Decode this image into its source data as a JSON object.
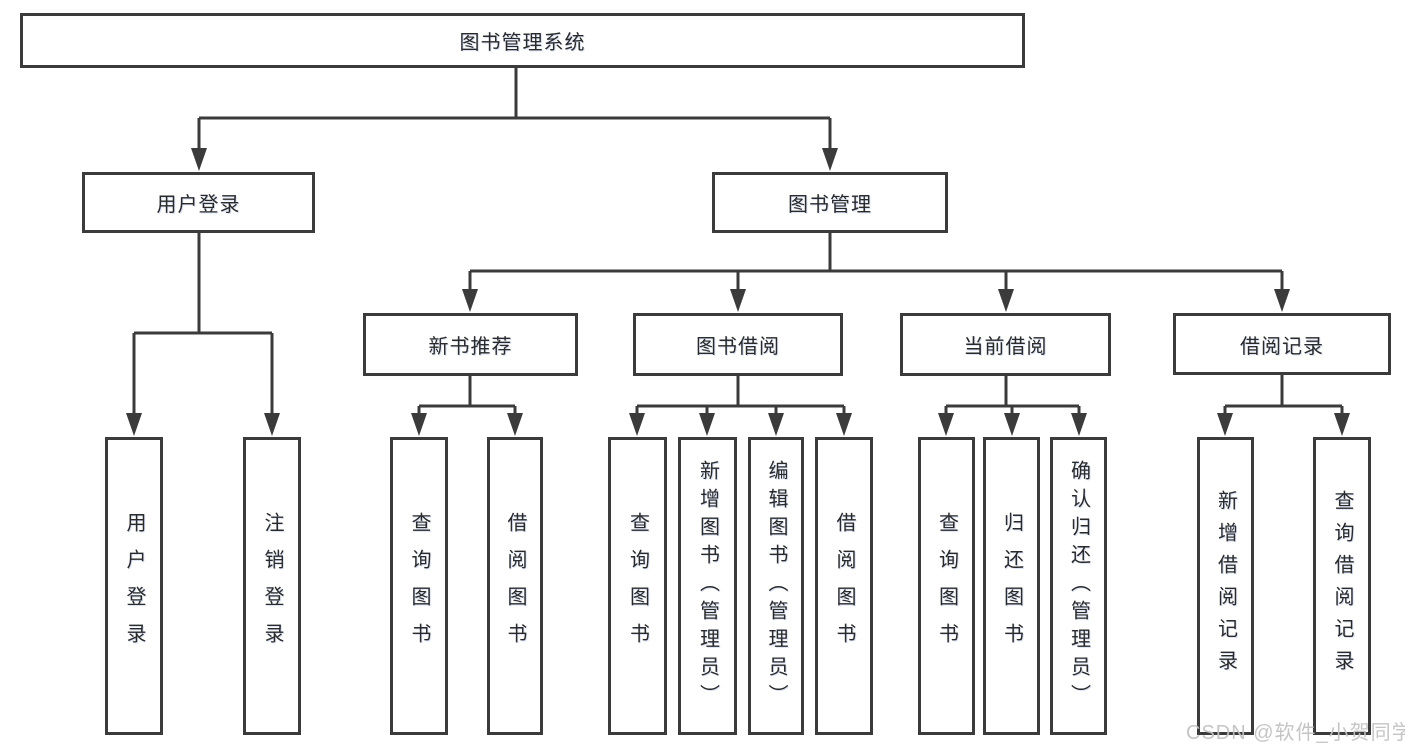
{
  "tree": {
    "root": "图书管理系统",
    "user_login": {
      "label": "用户登录",
      "children": [
        "用户登录",
        "注销登录"
      ]
    },
    "book_management": {
      "label": "图书管理",
      "new_book_recommend": {
        "label": "新书推荐",
        "children": [
          "查询图书",
          "借阅图书"
        ]
      },
      "book_borrow": {
        "label": "图书借阅",
        "children": [
          "查询图书",
          "新增图书（管理员）",
          "编辑图书（管理员）",
          "借阅图书"
        ]
      },
      "current_borrow": {
        "label": "当前借阅",
        "children": [
          "查询图书",
          "归还图书",
          "确认归还（管理员）"
        ]
      },
      "borrow_record": {
        "label": "借阅记录",
        "children": [
          "新增借阅记录",
          "查询借阅记录"
        ]
      }
    }
  },
  "watermark": "CSDN @软件_小贺同学",
  "colors": {
    "line": "#3b3b3b",
    "text": "#2a2a2a",
    "watermark": "#c2c2c2",
    "background": "#ffffff"
  }
}
